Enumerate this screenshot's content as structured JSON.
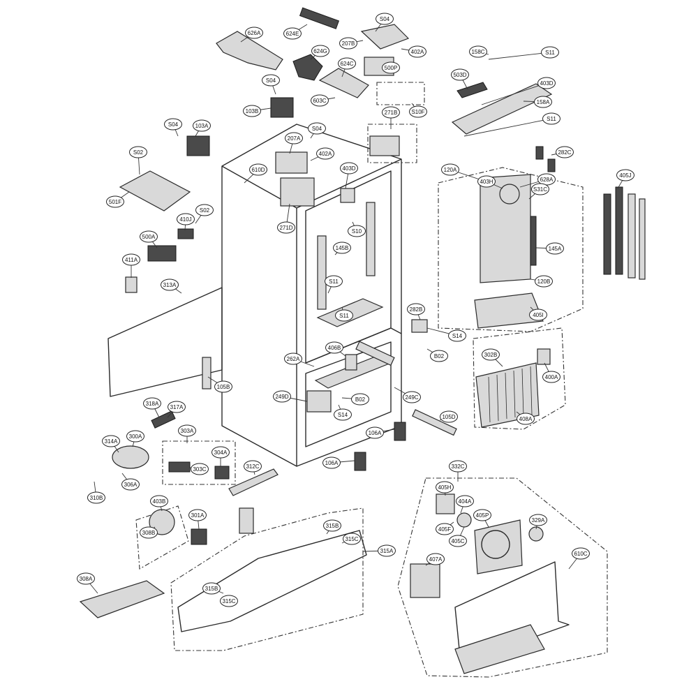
{
  "labels": [
    "S04",
    "624E",
    "626A",
    "207B",
    "402A",
    "158C",
    "S11",
    "624G",
    "624C",
    "500P",
    "S04",
    "603C",
    "103B",
    "S10F",
    "503D",
    "403D",
    "158A",
    "S11",
    "S04",
    "103A",
    "S04",
    "271B",
    "207A",
    "402A",
    "610D",
    "403D",
    "282C",
    "S02",
    "120A",
    "403H",
    "628A",
    "S31C",
    "405J",
    "501F",
    "410J",
    "S02",
    "271D",
    "S10",
    "500A",
    "145B",
    "145A",
    "411A",
    "120B",
    "S11",
    "313A",
    "S11",
    "405I",
    "282B",
    "S14",
    "302B",
    "406B",
    "B02",
    "400A",
    "262A",
    "105B",
    "249D",
    "B02",
    "249C",
    "318A",
    "317A",
    "S14",
    "408A",
    "303A",
    "105D",
    "314A",
    "300A",
    "106A",
    "304A",
    "303C",
    "106A",
    "312C",
    "332C",
    "306A",
    "310B",
    "405H",
    "403B",
    "404A",
    "301A",
    "405P",
    "329A",
    "308B",
    "405F",
    "405C",
    "610C",
    "315B",
    "315C",
    "407A",
    "308A",
    "315A",
    "315B",
    "315C"
  ],
  "colors": {
    "line": "#2a2a2a",
    "background": "#ffffff"
  }
}
